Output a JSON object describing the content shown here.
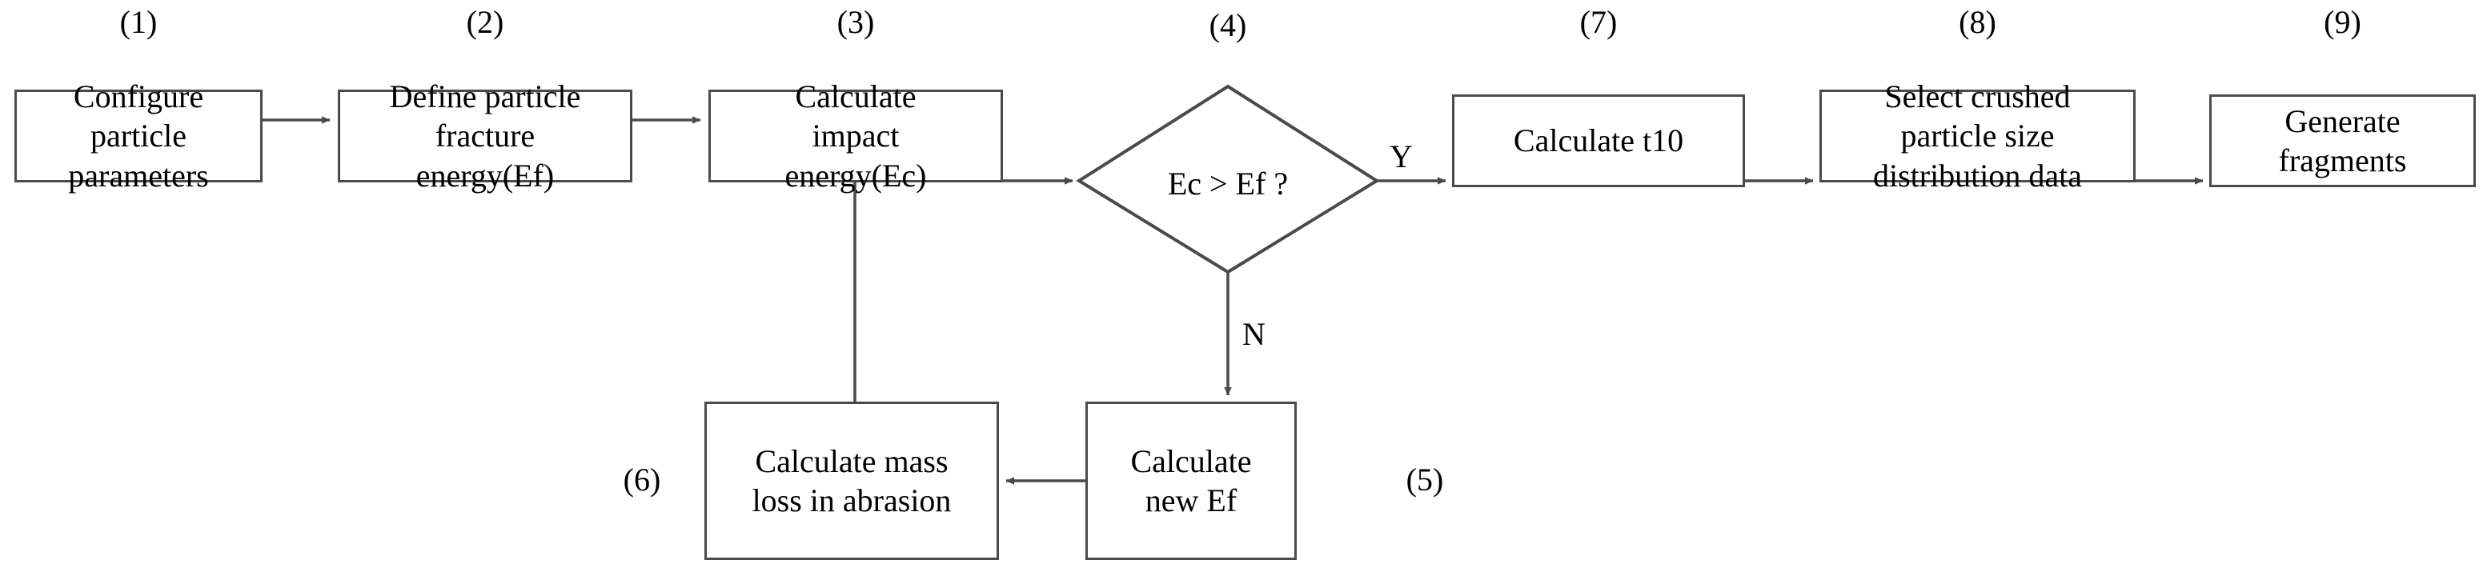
{
  "diagram": {
    "title": "Particle breakage simulation flowchart",
    "line_color": "#4a4a4a",
    "arrow_color": "#4a4a4a",
    "text_color": "#000000",
    "background": "#ffffff",
    "step_labels": {
      "s1": "(1)",
      "s2": "(2)",
      "s3": "(3)",
      "s4": "(4)",
      "s5": "(5)",
      "s6": "(6)",
      "s7": "(7)",
      "s8": "(8)",
      "s9": "(9)"
    },
    "nodes": {
      "n1": {
        "type": "process",
        "line1": "Configure",
        "line2": "particle",
        "line3": "parameters"
      },
      "n2": {
        "type": "process",
        "line1": "Define particle",
        "line2": "fracture",
        "line3": "energy(Ef)"
      },
      "n3": {
        "type": "process",
        "line1": "Calculate",
        "line2": "impact",
        "line3": "energy(Ec)"
      },
      "n4": {
        "type": "decision",
        "line1": "Ec > Ef ?"
      },
      "n5": {
        "type": "process",
        "line1": "Calculate",
        "line2": "new Ef"
      },
      "n6": {
        "type": "process",
        "line1": "Calculate mass",
        "line2": "loss in abrasion"
      },
      "n7": {
        "type": "process",
        "line1": "Calculate t10"
      },
      "n8": {
        "type": "process",
        "line1": "Select crushed",
        "line2": "particle size",
        "line3": "distribution data"
      },
      "n9": {
        "type": "process",
        "line1": "Generate",
        "line2": "fragments"
      }
    },
    "edge_labels": {
      "yes": "Y",
      "no": "N"
    },
    "flow": [
      {
        "from": "n1",
        "to": "n2",
        "label": ""
      },
      {
        "from": "n2",
        "to": "n3",
        "label": ""
      },
      {
        "from": "n3",
        "to": "n4",
        "label": ""
      },
      {
        "from": "n4",
        "to": "n7",
        "label": "Y"
      },
      {
        "from": "n4",
        "to": "n5",
        "label": "N"
      },
      {
        "from": "n5",
        "to": "n6",
        "label": ""
      },
      {
        "from": "n6",
        "to": "n3",
        "label": ""
      },
      {
        "from": "n7",
        "to": "n8",
        "label": ""
      },
      {
        "from": "n8",
        "to": "n9",
        "label": ""
      }
    ]
  }
}
